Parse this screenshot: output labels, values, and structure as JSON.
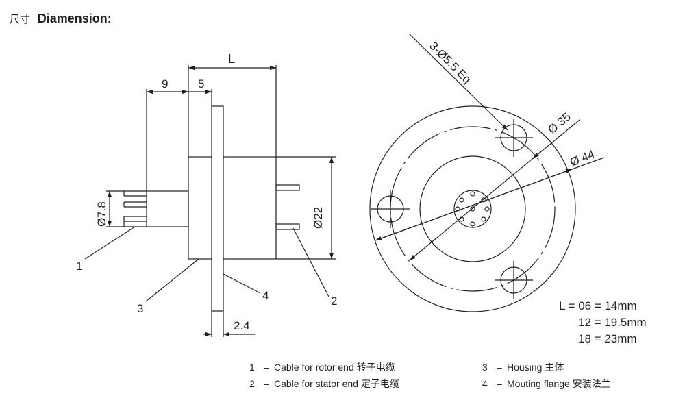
{
  "title": {
    "cn": "尺寸",
    "en": "Diamension:"
  },
  "dimensions": {
    "L": "L",
    "d9": "9",
    "d5": "5",
    "dia78": "Ø7.8",
    "dia22": "Ø22",
    "d24": "2.4",
    "holes": "3-Ø5.5 Eq",
    "dia35": "Ø 35",
    "dia44": "Ø 44"
  },
  "callouts": {
    "c1": "1",
    "c2": "2",
    "c3": "3",
    "c4": "4"
  },
  "length_table": {
    "row1": "L = 06 = 14mm",
    "row2": "12 = 19.5mm",
    "row3": "18 = 23mm"
  },
  "legend": [
    {
      "num": "1",
      "dash": "–",
      "text": "Cable for rotor end 转子电缆"
    },
    {
      "num": "2",
      "dash": "–",
      "text": "Cable for stator end 定子电缆"
    },
    {
      "num": "3",
      "dash": "–",
      "text": "Housing 主体"
    },
    {
      "num": "4",
      "dash": "–",
      "text": "Mouting flange 安装法兰"
    }
  ]
}
